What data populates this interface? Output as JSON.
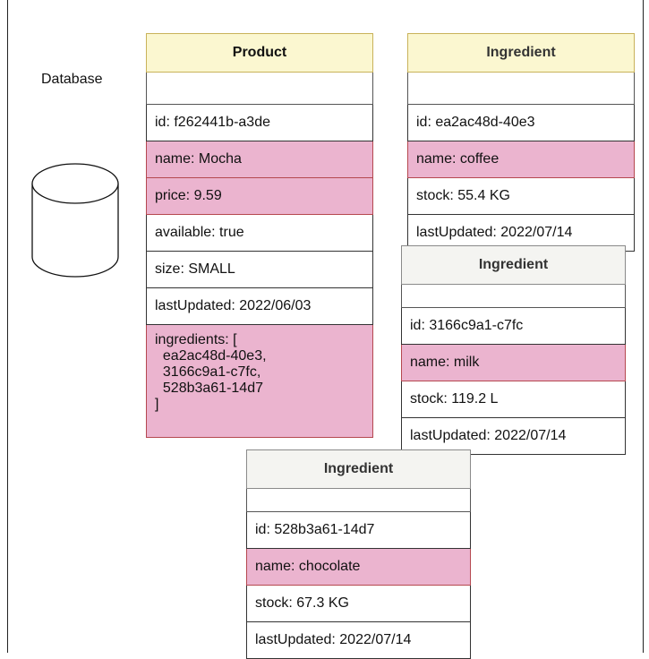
{
  "database": {
    "label": "Database"
  },
  "product": {
    "title": "Product",
    "rows": [
      {
        "text": "id: f262441b-a3de",
        "highlight": false
      },
      {
        "text": "name: Mocha",
        "highlight": true
      },
      {
        "text": "price: 9.59",
        "highlight": true
      },
      {
        "text": "available: true",
        "highlight": false
      },
      {
        "text": "size: SMALL",
        "highlight": false
      },
      {
        "text": "lastUpdated: 2022/06/03",
        "highlight": false
      },
      {
        "text": "ingredients: [\n  ea2ac48d-40e3,\n  3166c9a1-c7fc,\n  528b3a61-14d7\n]",
        "highlight": true
      }
    ]
  },
  "ingredients": [
    {
      "title": "Ingredient",
      "rows": [
        {
          "text": "id: ea2ac48d-40e3",
          "highlight": false
        },
        {
          "text": "name: coffee",
          "highlight": true
        },
        {
          "text": "stock: 55.4 KG",
          "highlight": false
        },
        {
          "text": "lastUpdated: 2022/07/14",
          "highlight": false
        }
      ]
    },
    {
      "title": "Ingredient",
      "rows": [
        {
          "text": "id: 3166c9a1-c7fc",
          "highlight": false
        },
        {
          "text": "name: milk",
          "highlight": true
        },
        {
          "text": "stock: 119.2 L",
          "highlight": false
        },
        {
          "text": "lastUpdated: 2022/07/14",
          "highlight": false
        }
      ]
    },
    {
      "title": "Ingredient",
      "rows": [
        {
          "text": "id: 528b3a61-14d7",
          "highlight": false
        },
        {
          "text": "name: chocolate",
          "highlight": true
        },
        {
          "text": "stock: 67.3 KG",
          "highlight": false
        },
        {
          "text": "lastUpdated: 2022/07/14",
          "highlight": false
        }
      ]
    }
  ],
  "colors": {
    "highlight_fill": "#ebb4cf",
    "highlight_border": "#b5484f",
    "product_header_fill": "#fbf7d0",
    "ingredient_grey_header_fill": "#f4f4f1"
  }
}
